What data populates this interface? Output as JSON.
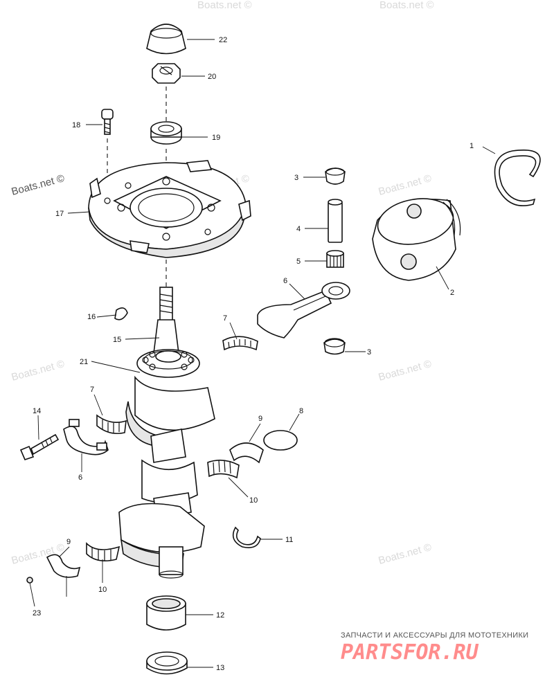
{
  "labels": [
    "1",
    "2",
    "3",
    "3",
    "4",
    "5",
    "6",
    "6",
    "7",
    "7",
    "8",
    "9",
    "9",
    "10",
    "10",
    "11",
    "12",
    "13",
    "14",
    "15",
    "16",
    "17",
    "18",
    "19",
    "20",
    "21",
    "22",
    "23"
  ],
  "watermark": "Boats.net ©",
  "brand": {
    "tagline": "ЗАПЧАСТИ И АКСЕССУАРЫ ДЛЯ МОТОТЕХНИКИ",
    "name": "PARTSFOR.RU"
  }
}
